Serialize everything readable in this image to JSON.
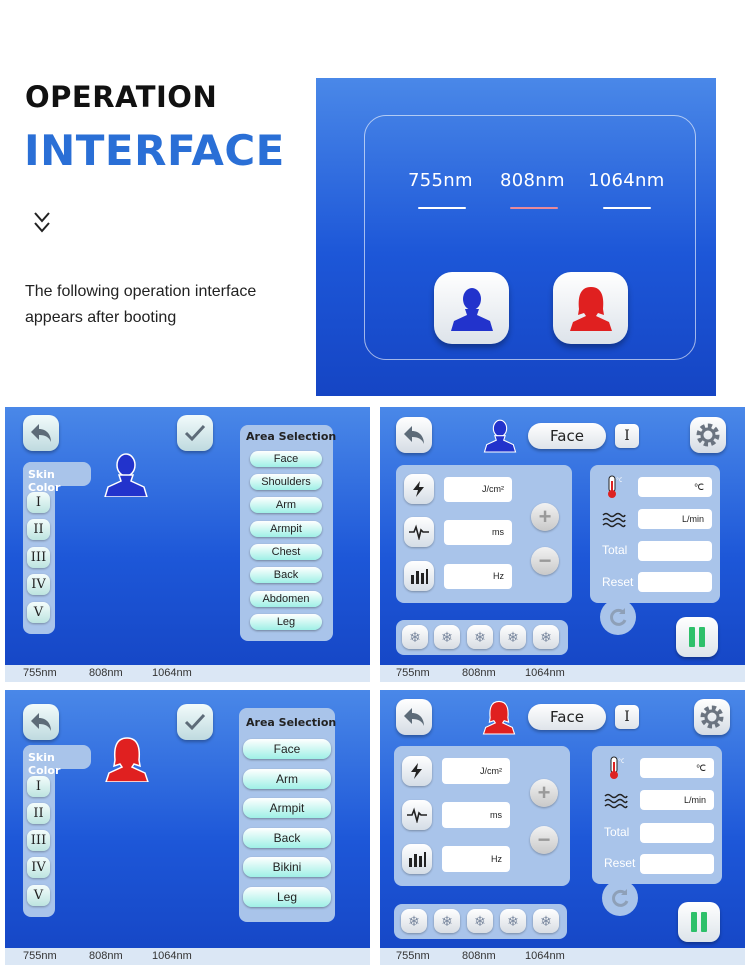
{
  "header": {
    "line1": "OPERATION",
    "line2": "INTERFACE",
    "intro_line1": "The following operation interface",
    "intro_line2": "appears after booting"
  },
  "welcome": {
    "wavelengths": [
      "755nm",
      "808nm",
      "1064nm"
    ]
  },
  "statusbar": {
    "w1": "755nm",
    "w2": "808nm",
    "w3": "1064nm"
  },
  "male_select": {
    "skin_label": "Skin Color",
    "skin_types": [
      "I",
      "II",
      "III",
      "IV",
      "V"
    ],
    "area_title": "Area Selection",
    "areas": [
      "Face",
      "Shoulders",
      "Arm",
      "Armpit",
      "Chest",
      "Back",
      "Abdomen",
      "Leg"
    ]
  },
  "female_select": {
    "skin_label": "Skin Color",
    "skin_types": [
      "I",
      "II",
      "III",
      "IV",
      "V"
    ],
    "area_title": "Area Selection",
    "areas": [
      "Face",
      "Arm",
      "Armpit",
      "Back",
      "Bikini",
      "Leg"
    ]
  },
  "treat": {
    "area": "Face",
    "skin_type": "I",
    "units": {
      "energy": "J/cm²",
      "pulse": "ms",
      "freq": "Hz",
      "temp": "℃",
      "flow": "L/min"
    },
    "labels": {
      "total": "Total",
      "reset": "Reset"
    }
  },
  "colors": {
    "male_icon": "#2233cc",
    "female_icon": "#e02020",
    "screen_blue": "#1d57d8"
  }
}
